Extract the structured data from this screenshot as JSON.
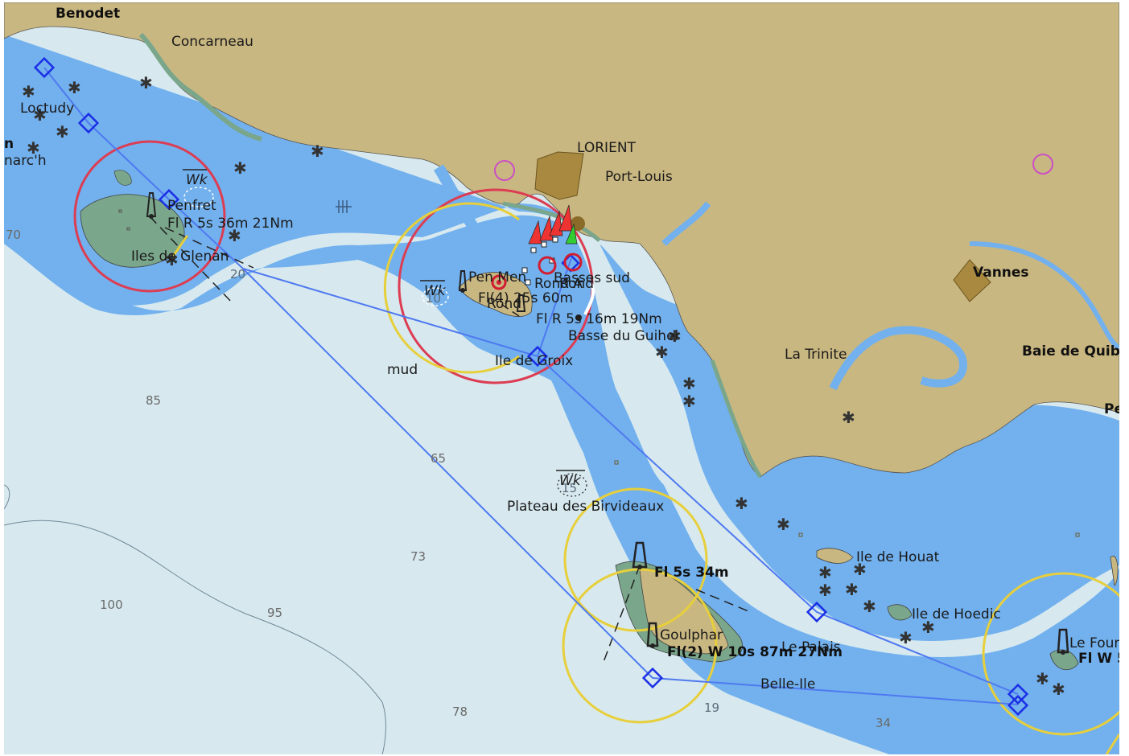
{
  "chart": {
    "colors": {
      "deep_water": "#d7e9ef",
      "shallow_water": "#72b1ee",
      "land": "#c9b781",
      "foreshore": "#7aa68b",
      "built_up": "#a9893f",
      "route": "#4f79f0",
      "waypoint": "#1c2fe6",
      "light_sector_yellow": "#e7cf3c",
      "light_sector_red": "#dc3d53",
      "anchorage_magenta": "#cc4fc4"
    },
    "places": {
      "benodet": "Benodet",
      "concarneau": "Concarneau",
      "loctudy": "Loctudy",
      "penmarch_a": "n",
      "penmarch_b": "narc'h",
      "lorient": "LORIENT",
      "port_louis": "Port-Louis",
      "vannes": "Vannes",
      "la_trinite": "La Trinite",
      "baie_quiberon": "Baie de Quibe",
      "pe": "Pe",
      "iles_glenan": "Iles de Glenan",
      "penfret": "Penfret",
      "ile_de_groix": "Ile de Groix",
      "pen_men": "Pen Men",
      "rond_a": "Rond A",
      "rond_b": "Rond",
      "rond_c": "Rond",
      "basses_sud": "Basses sud",
      "basse_guihel": "Basse du Guihel",
      "plateau_birvideaux": "Plateau des Birvideaux",
      "ile_de_houat": "Ile de Houat",
      "ile_de_hoedic": "Ile de Hoedic",
      "le_palais": "Le Palais",
      "belle_ile": "Belle-Ile",
      "goulphar": "Goulphar",
      "le_four": "Le Four",
      "seabed_mud": "mud"
    },
    "lights": {
      "penfret": "Fl R 5s 36m 21Nm",
      "pen_men": "Fl(4) 25s 60m",
      "guihel": "Fl R 5s 16m 19Nm",
      "birvideaux": "Fl 5s 34m",
      "goulphar": "Fl(2) W 10s 87m 27Nm",
      "le_four": "Fl W 5"
    },
    "wrecks": {
      "label": "Wk"
    },
    "soundings": {
      "s70": "70",
      "s85": "85",
      "s65": "65",
      "s73": "73",
      "s95": "95",
      "s100": "100",
      "s78": "78",
      "s34": "34",
      "s15": "15",
      "s19": "19",
      "s10": "10",
      "s20": "20"
    }
  }
}
